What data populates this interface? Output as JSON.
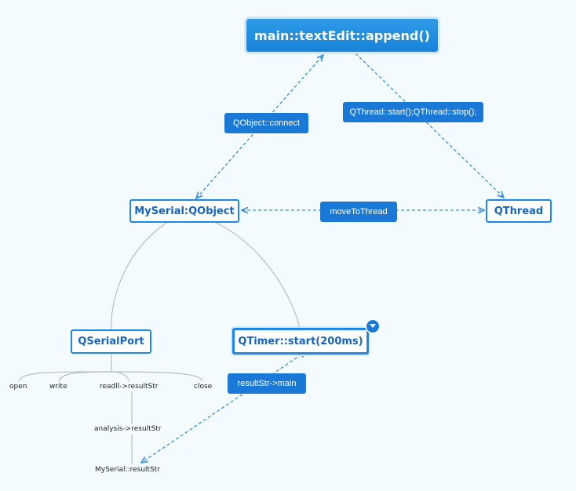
{
  "nodes": {
    "root": "main::textEdit::append()",
    "myserial": "MySerial:QObject",
    "qthread": "QThread",
    "qserialport": "QSerialPort",
    "qtimer": "QTimer::start(200ms)"
  },
  "edge_labels": {
    "connect": "QObject::connect",
    "thread_start_stop": "QThread::start();QThread::stop();",
    "move_to_thread": "moveToThread",
    "result_to_main": "resultStr->main"
  },
  "leaves": {
    "open": "open",
    "write": "write",
    "readall": "readll->resultStr",
    "close": "close",
    "analysis": "analysis->resultStr",
    "myserial_result": "MySerial::resultStr"
  },
  "icons": {
    "collapse": "chevron-down-icon"
  },
  "colors": {
    "accent": "#1a78d6",
    "root_fill": "#1683d8",
    "node_border": "#1e88e5",
    "node_text": "#1565c0",
    "dashed_arrow": "#3a8fdc",
    "branch_line": "#b8bcc2",
    "background": "#f4fbff"
  }
}
